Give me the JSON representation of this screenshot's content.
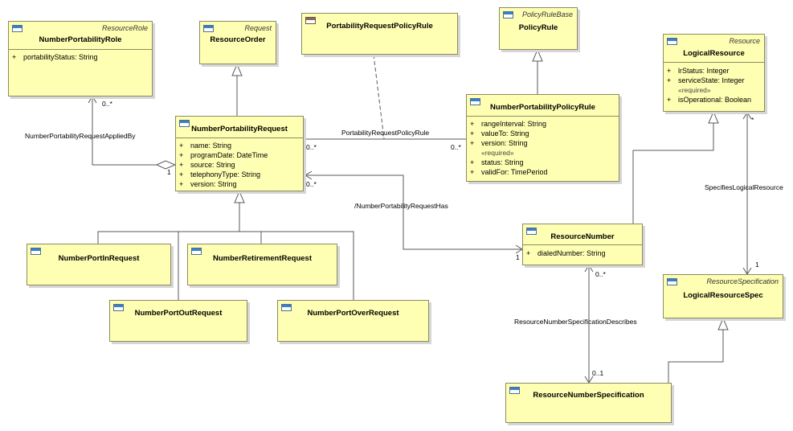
{
  "classes": {
    "npRole": {
      "stereotype": "ResourceRole",
      "name": "NumberPortabilityRole",
      "attrs": [
        {
          "vis": "+",
          "text": "portabilityStatus: String"
        }
      ]
    },
    "resourceOrder": {
      "stereotype": "Request",
      "name": "ResourceOrder"
    },
    "prPolicyRule": {
      "name": "PortabilityRequestPolicyRule"
    },
    "policyRule": {
      "stereotype": "PolicyRuleBase",
      "name": "PolicyRule"
    },
    "logicalResource": {
      "stereotype": "Resource",
      "name": "LogicalResource",
      "attrs": [
        {
          "vis": "+",
          "text": "lrStatus: Integer"
        },
        {
          "vis": "+",
          "text": "serviceState: Integer"
        }
      ],
      "tag": "«required»",
      "reqAttrs": [
        {
          "vis": "+",
          "text": "isOperational: Boolean"
        }
      ]
    },
    "npRequest": {
      "name": "NumberPortabilityRequest",
      "attrs": [
        {
          "vis": "+",
          "text": "name: String"
        },
        {
          "vis": "+",
          "text": "programDate: DateTime"
        },
        {
          "vis": "+",
          "text": "source: String"
        },
        {
          "vis": "+",
          "text": "telephonyType: String"
        },
        {
          "vis": "+",
          "text": "version: String"
        }
      ]
    },
    "npPolicyRule": {
      "name": "NumberPortabilityPolicyRule",
      "attrs": [
        {
          "vis": "+",
          "text": "rangeInterval: String"
        },
        {
          "vis": "+",
          "text": "valueTo: String"
        },
        {
          "vis": "+",
          "text": "version: String"
        }
      ],
      "tag": "«required»",
      "reqAttrs": [
        {
          "vis": "+",
          "text": "status: String"
        },
        {
          "vis": "+",
          "text": "validFor: TimePeriod"
        }
      ]
    },
    "portIn": {
      "name": "NumberPortInRequest"
    },
    "retirement": {
      "name": "NumberRetirementRequest"
    },
    "portOut": {
      "name": "NumberPortOutRequest"
    },
    "portOver": {
      "name": "NumberPortOverRequest"
    },
    "resourceNumber": {
      "name": "ResourceNumber",
      "attrs": [
        {
          "vis": "+",
          "text": "dialedNumber: String"
        }
      ]
    },
    "logicalResourceSpec": {
      "stereotype": "ResourceSpecification",
      "name": "LogicalResourceSpec"
    },
    "resourceNumberSpec": {
      "name": "ResourceNumberSpecification"
    }
  },
  "associations": {
    "appliedBy": {
      "label": "NumberPortabilityRequestAppliedBy",
      "roleEnd": "0..*",
      "requestEnd": "1"
    },
    "policyRule": {
      "label": "PortabilityRequestPolicyRule",
      "requestEnd": "0..*",
      "ruleEnd": "0..*"
    },
    "requestHas": {
      "label": "/NumberPortabilityRequestHas",
      "requestEnd": "0..*",
      "numberEnd": "1"
    },
    "specifiesLR": {
      "label": "SpecifiesLogicalResource",
      "lrEnd": "*",
      "specEnd": "1"
    },
    "specDescribes": {
      "label": "ResourceNumberSpecificationDescribes",
      "numberEnd": "0..*",
      "specEnd": "0..1"
    }
  }
}
